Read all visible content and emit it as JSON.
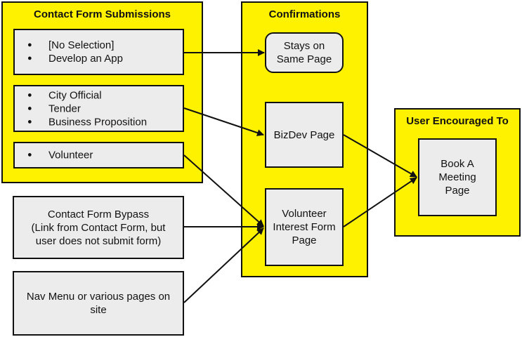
{
  "groups": {
    "submissions": {
      "title": "Contact Form Submissions"
    },
    "confirmations": {
      "title": "Confirmations"
    },
    "encouraged": {
      "title": "User Encouraged To"
    }
  },
  "submission_boxes": [
    {
      "items": [
        "[No Selection]",
        "Develop an App"
      ]
    },
    {
      "items": [
        "City Official",
        "Tender",
        "Business Proposition"
      ]
    },
    {
      "items": [
        "Volunteer"
      ]
    }
  ],
  "sources": {
    "bypass": {
      "lines": [
        "Contact Form Bypass",
        "(Link from Contact Form, but",
        "user does not submit form)"
      ]
    },
    "nav": {
      "lines": [
        "Nav Menu or various pages on",
        "site"
      ]
    }
  },
  "confirmation_boxes": {
    "same_page": {
      "lines": [
        "Stays on",
        "Same Page"
      ]
    },
    "bizdev": {
      "lines": [
        "BizDev Page"
      ]
    },
    "volunteer": {
      "lines": [
        "Volunteer",
        "Interest Form",
        "Page"
      ]
    }
  },
  "encouraged_box": {
    "lines": [
      "Book A",
      "Meeting Page"
    ]
  },
  "colors": {
    "group_fill": "#fff200",
    "box_fill": "#ececec",
    "stroke": "#111111"
  }
}
